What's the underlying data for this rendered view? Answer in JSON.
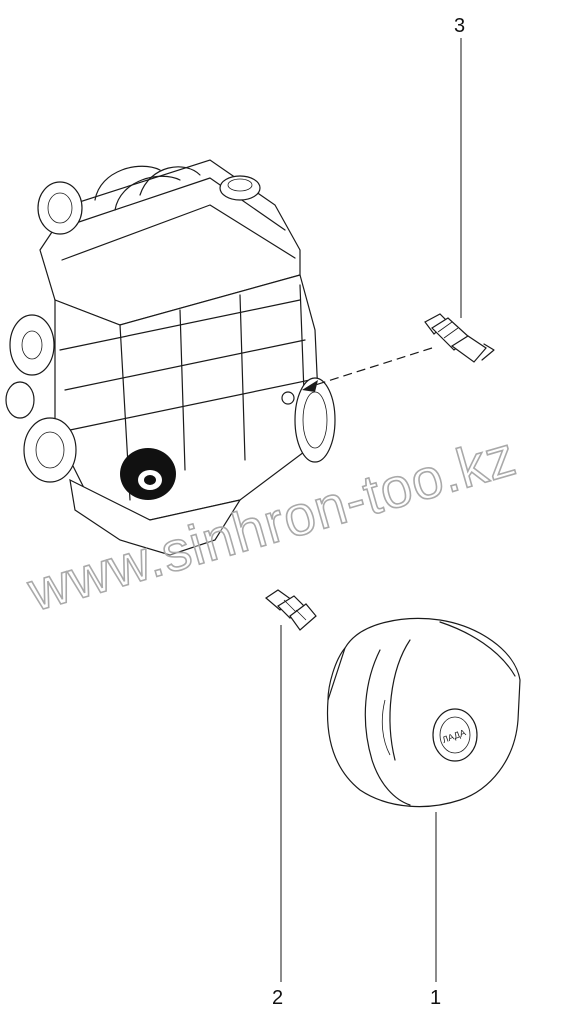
{
  "diagram": {
    "callouts": [
      {
        "id": "3",
        "label": "3"
      },
      {
        "id": "2",
        "label": "2"
      },
      {
        "id": "1",
        "label": "1"
      }
    ],
    "watermark": "www.sinhron-too.kz",
    "filter_logo_text": "ЛАДА"
  }
}
